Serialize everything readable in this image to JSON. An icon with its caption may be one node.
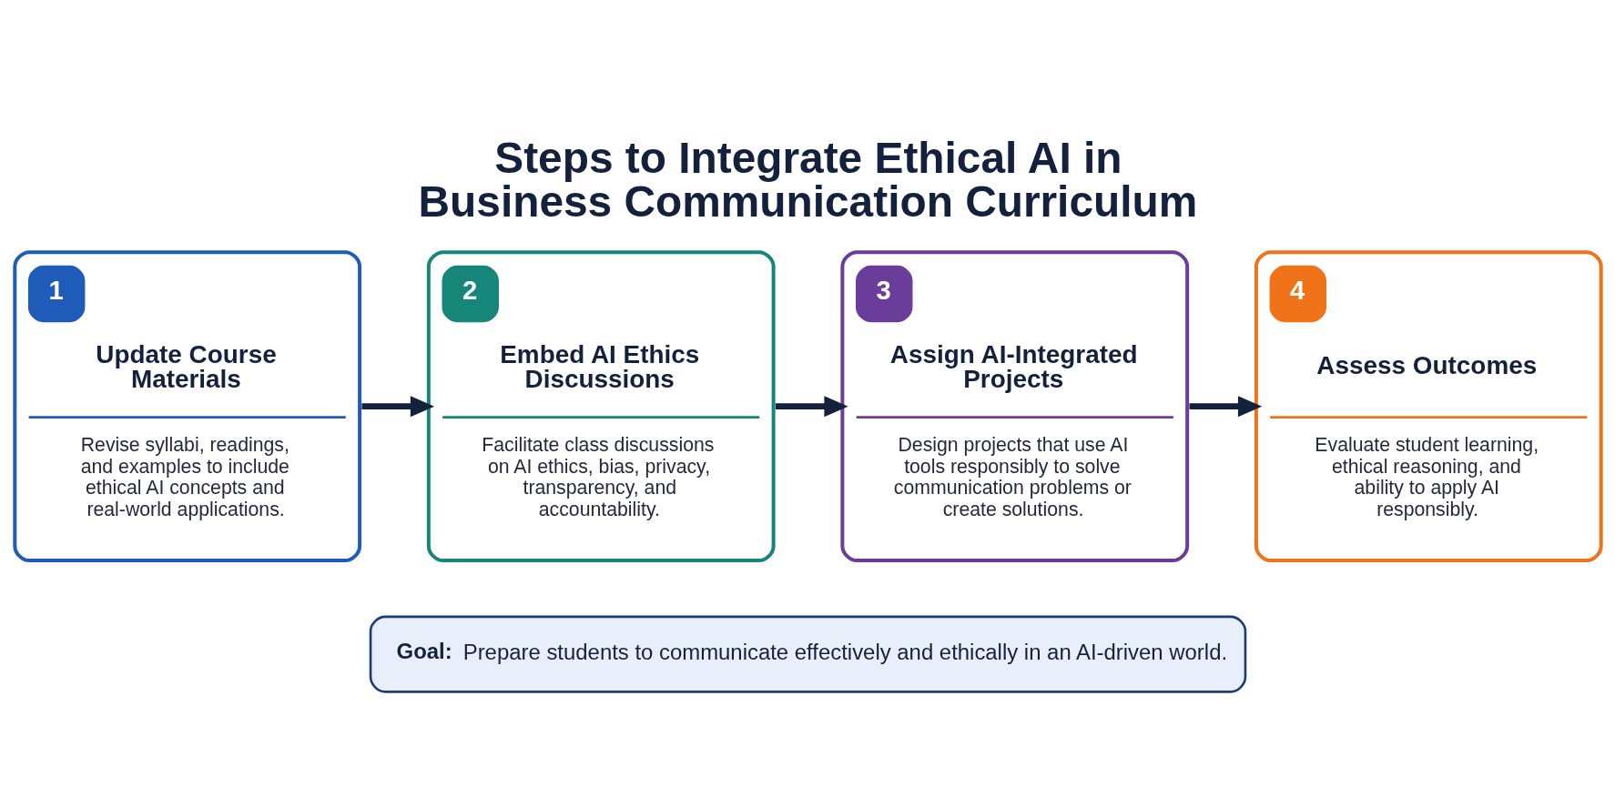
{
  "diagram": {
    "title": "Steps to Integrate Ethical AI in Business Communication Curriculum",
    "nodes": [
      {
        "text": [
          "1",
          "Update Course Materials",
          "Revise syllabi, readings, and examples to include ethical AI concepts and real-world applications."
        ]
      },
      {
        "text": [
          "2",
          "Embed AI Ethics Discussions",
          "Facilitate class discussions on AI ethics, bias, privacy, transparency, and accountability."
        ]
      },
      {
        "text": [
          "3",
          "Assign AI-Integrated Projects",
          "Design projects that use AI tools responsibly to solve communication problems or create solutions."
        ]
      },
      {
        "text": [
          "4",
          "Assess Outcomes",
          "Evaluate student learning, ethical reasoning, and ability to apply AI responsibly."
        ]
      },
      {
        "text": [
          "Goal:",
          "Prepare students to communicate effectively and ethically in an AI-driven world."
        ]
      }
    ],
    "edges": [
      {
        "from": 0,
        "to": 1,
        "arrow": "to"
      },
      {
        "from": 1,
        "to": 2,
        "arrow": "to"
      },
      {
        "from": 2,
        "to": 3,
        "arrow": "to"
      }
    ]
  }
}
